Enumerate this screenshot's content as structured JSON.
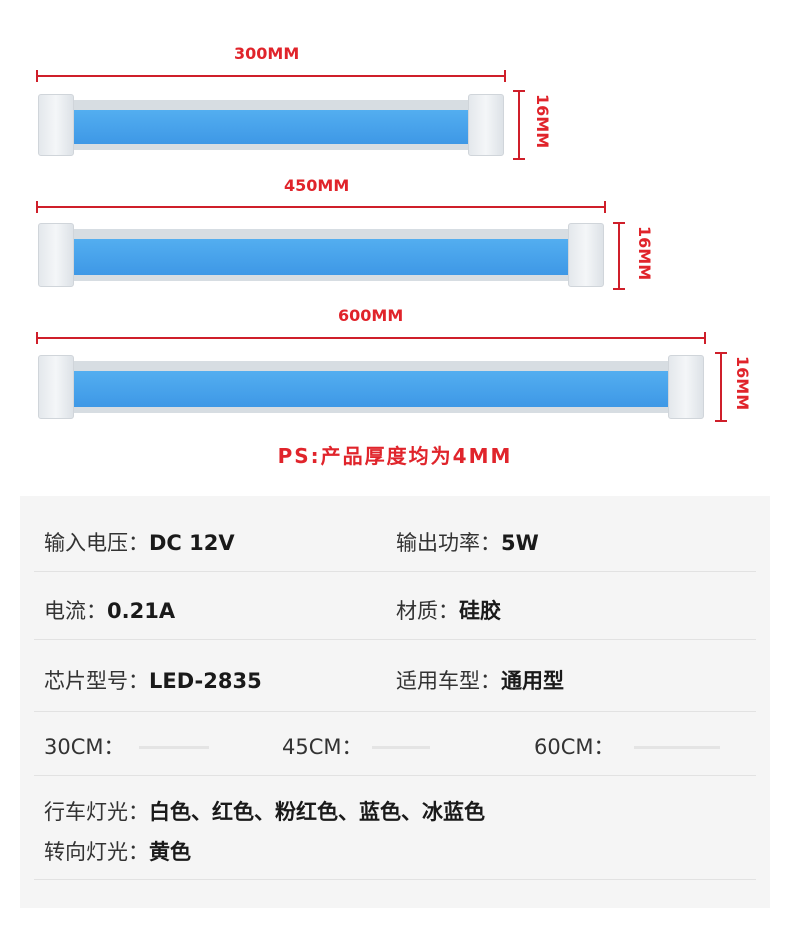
{
  "dimensions": {
    "strip1": {
      "length": "300MM",
      "height": "16MM"
    },
    "strip2": {
      "length": "450MM",
      "height": "16MM"
    },
    "strip3": {
      "length": "600MM",
      "height": "16MM"
    }
  },
  "note": "PS:产品厚度均为4MM",
  "specs": {
    "voltage": {
      "label": "输入电压：",
      "value": "DC 12V"
    },
    "power": {
      "label": "输出功率：",
      "value": "5W"
    },
    "current": {
      "label": "电流：",
      "value": "0.21A"
    },
    "material": {
      "label": "材质：",
      "value": "硅胶"
    },
    "chip": {
      "label": "芯片型号：",
      "value": "LED-2835"
    },
    "vehicle": {
      "label": "适用车型：",
      "value": "通用型"
    },
    "len30": {
      "label": "30CM："
    },
    "len45": {
      "label": "45CM："
    },
    "len60": {
      "label": "60CM："
    },
    "drl": {
      "label": "行车灯光：",
      "value": "白色、红色、粉红色、蓝色、冰蓝色"
    },
    "turn": {
      "label": "转向灯光：",
      "value": "黄色"
    }
  }
}
